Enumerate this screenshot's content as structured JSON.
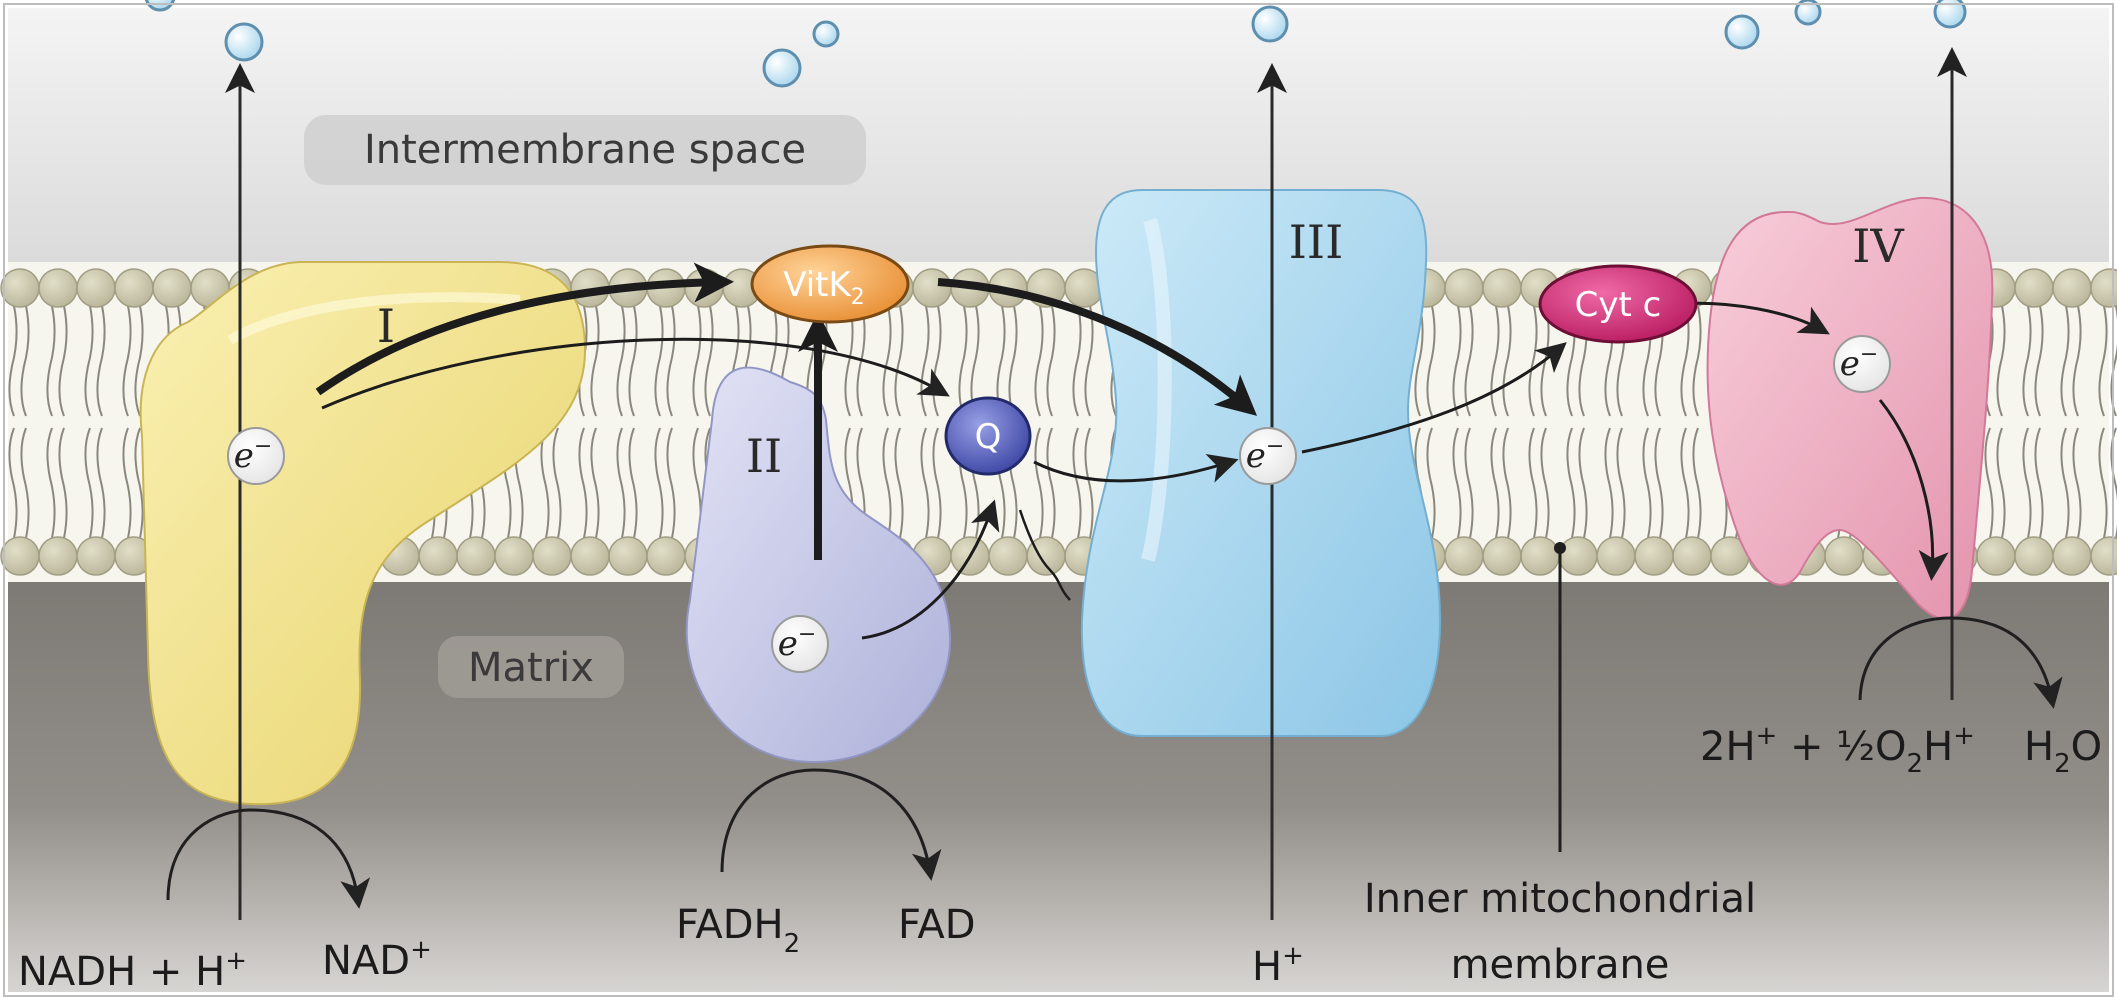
{
  "regions": {
    "intermembrane_space": "Intermembrane space",
    "matrix": "Matrix",
    "membrane_line1": "Inner mitochondrial",
    "membrane_line2": "membrane"
  },
  "complexes": {
    "complex_1": "I",
    "complex_2": "II",
    "complex_3": "III",
    "complex_4": "IV"
  },
  "carriers": {
    "vitk2": "VitK",
    "vitk2_sub": "2",
    "q": "Q",
    "cyt_c": "Cyt c"
  },
  "electron": {
    "symbol": "e",
    "charge": "−"
  },
  "reactions": {
    "nadh_h": "NADH + H",
    "nadh_h_sup": "+",
    "nad": "NAD",
    "nad_sup": "+",
    "fadh2": "FADH",
    "fadh2_sub": "2",
    "fad": "FAD",
    "h_plus": "H",
    "h_plus_sup": "+",
    "oxygen_a": "2H",
    "oxygen_a_sup": "+",
    "oxygen_b": " + ½O",
    "oxygen_b_sub": "2",
    "oxygen_c": "H",
    "oxygen_c_sup": "+",
    "water_h": "H",
    "water_h_sub": "2",
    "water_o": "O"
  },
  "colors": {
    "background": "#ffffff",
    "intermembrane": "#e9e9e9",
    "matrix": "#7a7672",
    "lipid_head": "#cfcbb0",
    "complex_1": "#f3e58f",
    "complex_2": "#c9cbe8",
    "complex_3": "#a9d6ee",
    "complex_4": "#f1afc3",
    "vitk2": "#f2a95a",
    "q": "#5b66bf",
    "cyt_c": "#d7307a",
    "bubble": "#bfe2f3"
  }
}
